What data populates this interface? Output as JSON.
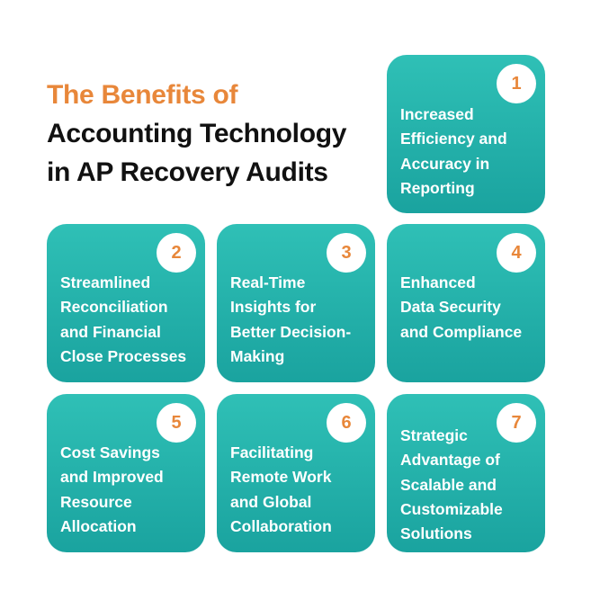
{
  "title": {
    "line1": "The Benefits of",
    "line2": "Accounting Technology",
    "line3": "in AP Recovery Audits"
  },
  "colors": {
    "accent": "#E8873A",
    "title_dark": "#111111",
    "card_top": "#2FC0B6",
    "card_bottom": "#1AA39F",
    "badge_bg": "#FFFFFF"
  },
  "cards": [
    {
      "number": "1",
      "lines": [
        "Increased",
        "Efficiency and",
        "Accuracy in",
        "Reporting"
      ]
    },
    {
      "number": "2",
      "lines": [
        "Streamlined",
        "Reconciliation",
        "and Financial",
        "Close Processes"
      ]
    },
    {
      "number": "3",
      "lines": [
        "Real-Time",
        "Insights for",
        "Better Decision-",
        "Making"
      ]
    },
    {
      "number": "4",
      "lines": [
        "Enhanced",
        "Data Security",
        "and Compliance"
      ]
    },
    {
      "number": "5",
      "lines": [
        "Cost Savings",
        "and Improved",
        "Resource",
        "Allocation"
      ]
    },
    {
      "number": "6",
      "lines": [
        "Facilitating",
        "Remote Work",
        "and Global",
        "Collaboration"
      ]
    },
    {
      "number": "7",
      "lines": [
        "Strategic",
        "Advantage of",
        "Scalable and",
        "Customizable",
        "Solutions"
      ]
    }
  ]
}
